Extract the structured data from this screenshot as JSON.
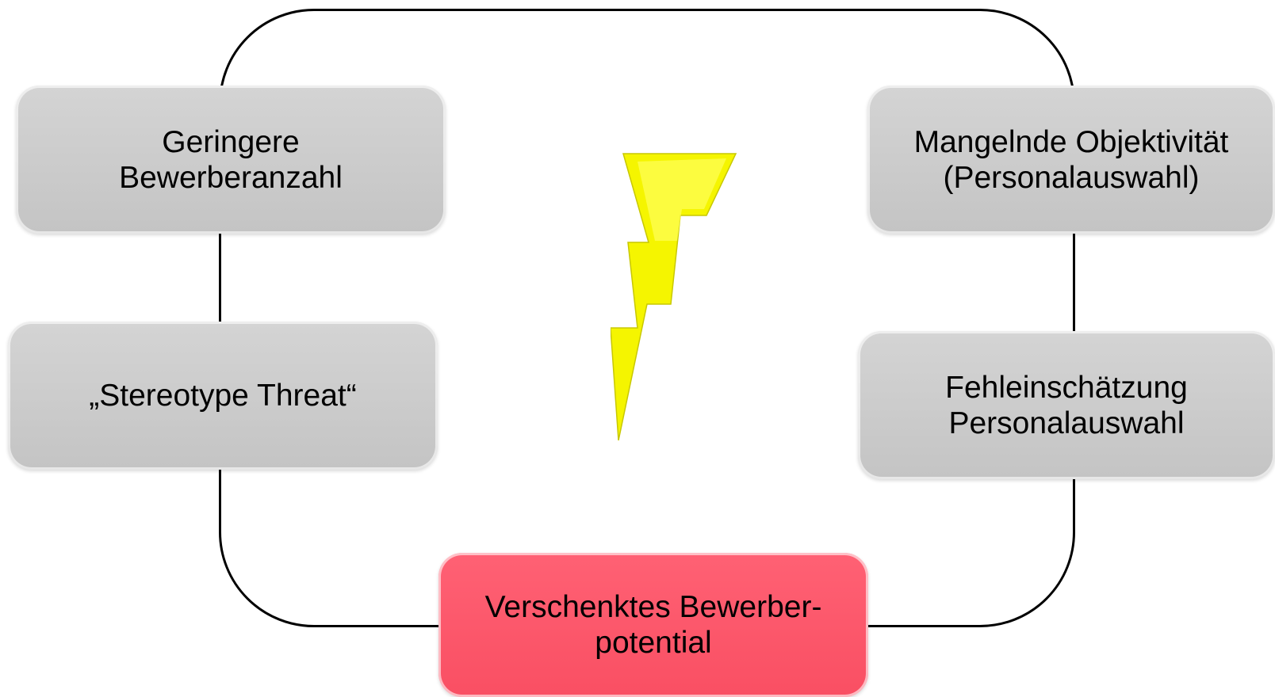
{
  "diagram": {
    "nodes": {
      "geringere": "Geringere\nBewerberanzahl",
      "stereotype": "„Stereotype Threat“",
      "objektivitaet": "Mangelnde Objektivität\n(Personalauswahl)",
      "fehleinschaetzung": "Fehleinschätzung\nPersonalauswahl",
      "potential": "Verschenktes Bewerber-\npotential"
    },
    "colors": {
      "node_fill": "#c8c8c8",
      "highlight_fill": "#fb5468",
      "bolt_fill": "#f5f500",
      "cycle_stroke": "#000000"
    },
    "icons": [
      "lightning-bolt-icon"
    ]
  }
}
